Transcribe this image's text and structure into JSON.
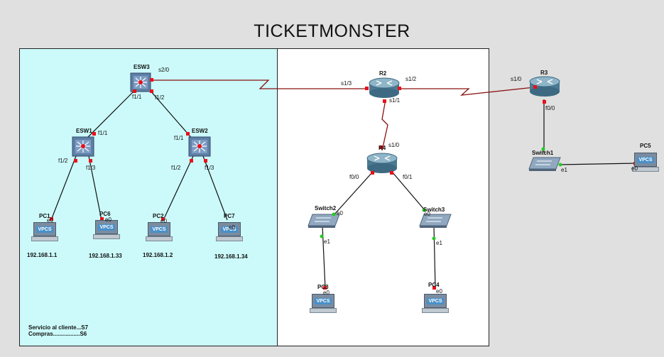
{
  "title": "TICKETMONSTER",
  "notes": [
    "Servicio al cliente...S7",
    "Compras.................S6"
  ],
  "colors": {
    "left_zone": "#ccfafa",
    "mid_zone": "#ffffff",
    "serial_link": "#8b1010",
    "ethernet_link": "#111111",
    "port_down": "#e8101a",
    "port_up": "#22cc22"
  },
  "devices": {
    "esw3": "ESW3",
    "esw1": "ESW1",
    "esw2": "ESW2",
    "r2": "R2",
    "r4": "R4",
    "r3": "R3",
    "switch2": "Switch2",
    "switch3": "Switch3",
    "switch1": "Switch1",
    "pc1": "PC1",
    "pc6": "PC6",
    "pc2": "PC2",
    "pc7": "PC7",
    "pc3": "PC3",
    "pc4": "PC4",
    "pc5": "PC5",
    "vpcs": "VPCS"
  },
  "ips": {
    "pc1": "192.168.1.1",
    "pc6": "192.168.1.33",
    "pc2": "192.168.1.2",
    "pc7": "192.168.1.34"
  },
  "ports": {
    "esw3_s20": "s2/0",
    "esw3_f11": "f1/1",
    "esw3_f12": "f1/2",
    "esw1_f11": "f1/1",
    "esw1_f12": "f1/2",
    "esw1_f13": "f1/3",
    "esw2_f11": "f1/1",
    "esw2_f12": "f1/2",
    "esw2_f13": "f1/3",
    "r2_s13": "s1/3",
    "r2_s12": "s1/2",
    "r2_s11": "s1/1",
    "r4_s10": "s1/0",
    "r4_f00": "f0/0",
    "r4_f01": "f0/1",
    "r3_s10": "s1/0",
    "r3_f00": "f0/0",
    "sw2_e0": "e0",
    "sw2_e1": "e1",
    "sw3_e0": "e0",
    "sw3_e1": "e1",
    "sw1_e1": "e1",
    "pc1_e0": "e0",
    "pc6_e0": "e0",
    "pc2_e0": "e0",
    "pc7_e0": "e0",
    "pc3_e0": "e0",
    "pc4_e0": "e0",
    "pc5_e0": "e0"
  }
}
